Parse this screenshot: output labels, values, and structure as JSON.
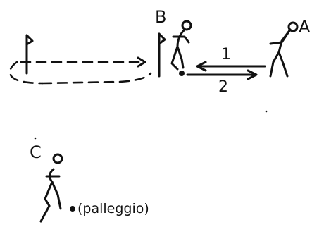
{
  "labels": {
    "player_b": "B",
    "player_a": "A",
    "player_c": "C",
    "pass_1": "1",
    "pass_2": "2",
    "note_c": "(palleggio)"
  }
}
